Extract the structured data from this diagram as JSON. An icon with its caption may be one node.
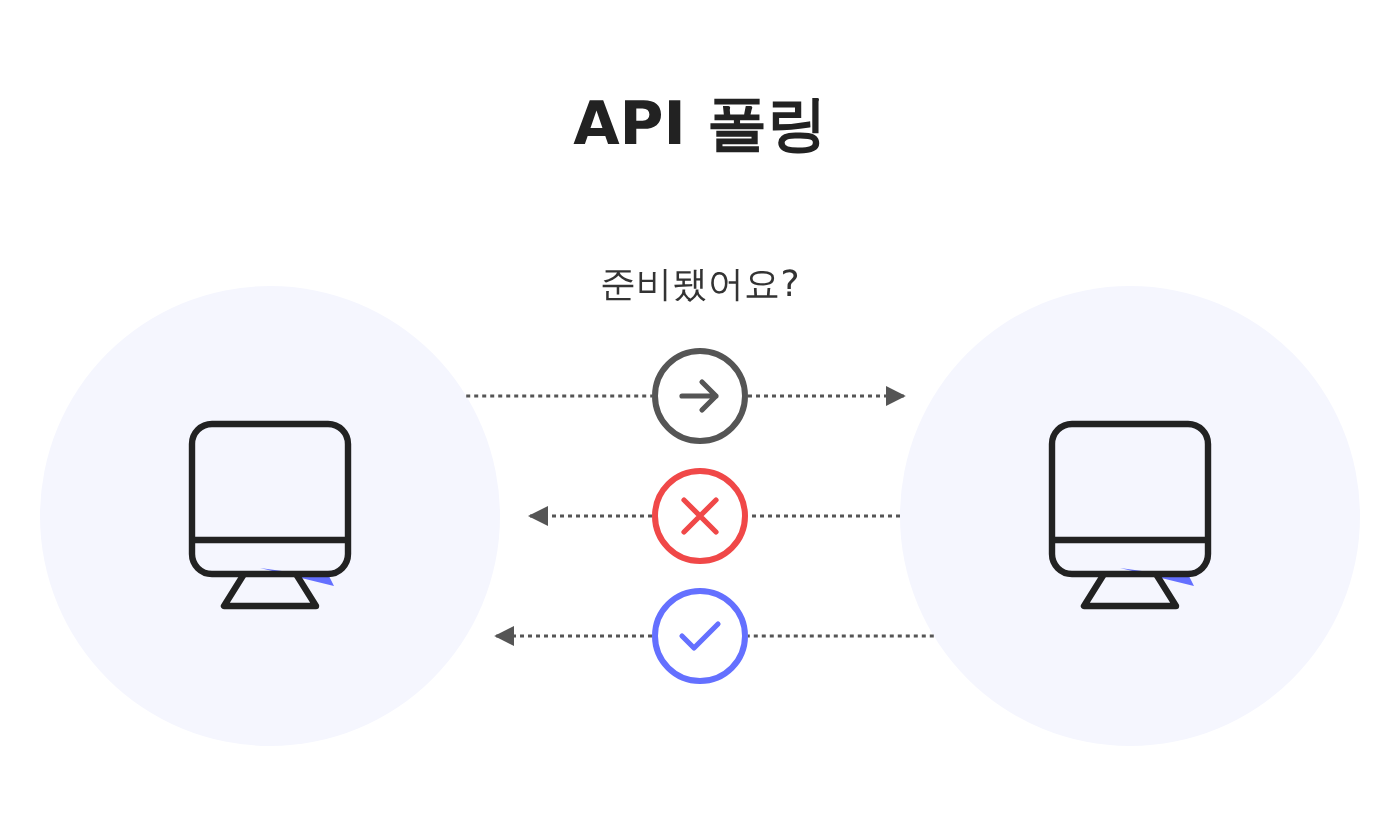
{
  "diagram": {
    "title": "API 폴링",
    "nodes": [
      {
        "text": [],
        "shape": "circle"
      },
      {
        "text": [],
        "shape": "circle"
      },
      {
        "text": [],
        "shape": "circle"
      },
      {
        "text": [],
        "shape": "circle"
      },
      {
        "text": [],
        "shape": "circle"
      }
    ],
    "edges": [
      {
        "from": 0,
        "to": 1,
        "arrow": "none"
      },
      {
        "from": 1,
        "to": 4,
        "arrow": "to"
      },
      {
        "from": 4,
        "to": 2,
        "arrow": "none"
      },
      {
        "from": 2,
        "to": 0,
        "arrow": "to"
      },
      {
        "from": 4,
        "to": 3,
        "arrow": "none"
      },
      {
        "from": 3,
        "to": 0,
        "arrow": "to"
      }
    ],
    "labels": [
      "준비됐어요?"
    ]
  }
}
